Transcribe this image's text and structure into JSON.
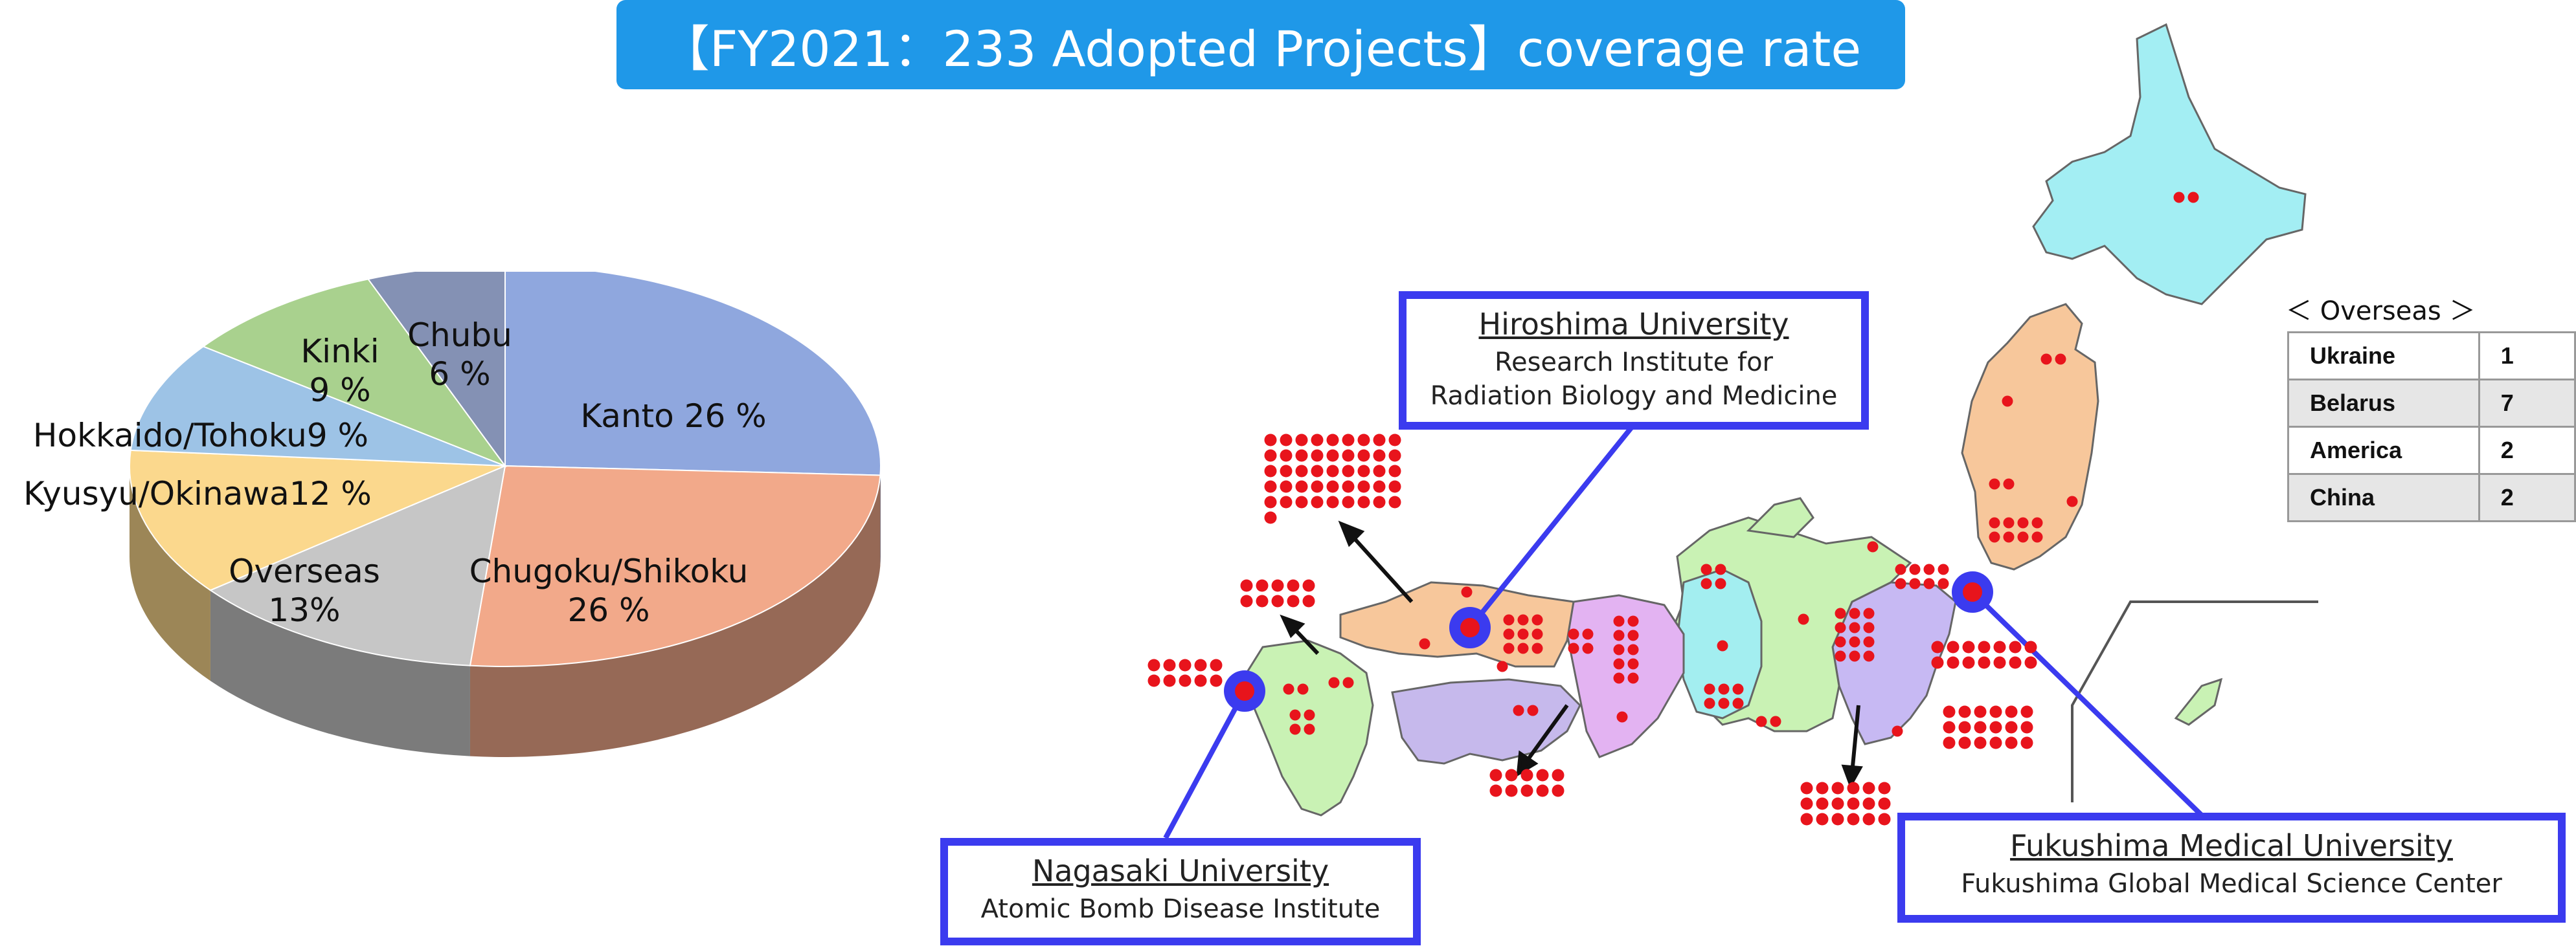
{
  "title": "【FY2021：233 Adopted Projects】coverage rate",
  "chart_data": {
    "type": "pie",
    "style": "3d",
    "title": "【FY2021：233 Adopted Projects】coverage rate",
    "slices": [
      {
        "label": "Kanto",
        "value": 26,
        "display": "Kanto 26 %",
        "color": "#8fa7de"
      },
      {
        "label": "Chugoku/Shikoku",
        "value": 26,
        "display": "Chugoku/Shikoku\n26 %",
        "color": "#f2a98a"
      },
      {
        "label": "Overseas",
        "value": 13,
        "display": "Overseas\n13%",
        "color": "#c6c6c6"
      },
      {
        "label": "Kyusyu/Okinawa",
        "value": 12,
        "display": "Kyusyu/Okinawa12 %",
        "color": "#fbd88d"
      },
      {
        "label": "Hokkaido/Tohoku",
        "value": 9,
        "display": "Hokkaido/Tohoku9 %",
        "color": "#9dc3e6"
      },
      {
        "label": "Kinki",
        "value": 9,
        "display": "Kinki\n9 %",
        "color": "#a9d18e"
      },
      {
        "label": "Chubu",
        "value": 6,
        "display": "Chubu\n6 %",
        "color": "#8491b4"
      }
    ],
    "unit": "%"
  },
  "institutions": {
    "hiroshima": {
      "name": "Hiroshima University",
      "dept_line1": "Research Institute for",
      "dept_line2": "Radiation Biology and Medicine"
    },
    "nagasaki": {
      "name": "Nagasaki University",
      "dept_line1": "Atomic Bomb Disease Institute"
    },
    "fukushima": {
      "name": "Fukushima Medical University",
      "dept_line1": "Fukushima Global Medical Science Center"
    }
  },
  "overseas": {
    "heading": "＜ Overseas ＞",
    "rows": [
      {
        "country": "Ukraine",
        "count": "1"
      },
      {
        "country": "Belarus",
        "count": "7"
      },
      {
        "country": "America",
        "count": "2"
      },
      {
        "country": "China",
        "count": "2"
      }
    ]
  },
  "colors": {
    "banner": "#1f98e8",
    "box_border": "#3b3bef",
    "project_dot": "#e8141c",
    "kyushu": "#c9f2b4",
    "chugoku": "#f7c79b",
    "shikoku": "#c6b9ec",
    "kinki": "#e3b3f2",
    "chubu": "#a3eef0",
    "kanto": "#c7b9f3",
    "tohoku": "#f7c79b",
    "hokkaido": "#a3eef3"
  }
}
